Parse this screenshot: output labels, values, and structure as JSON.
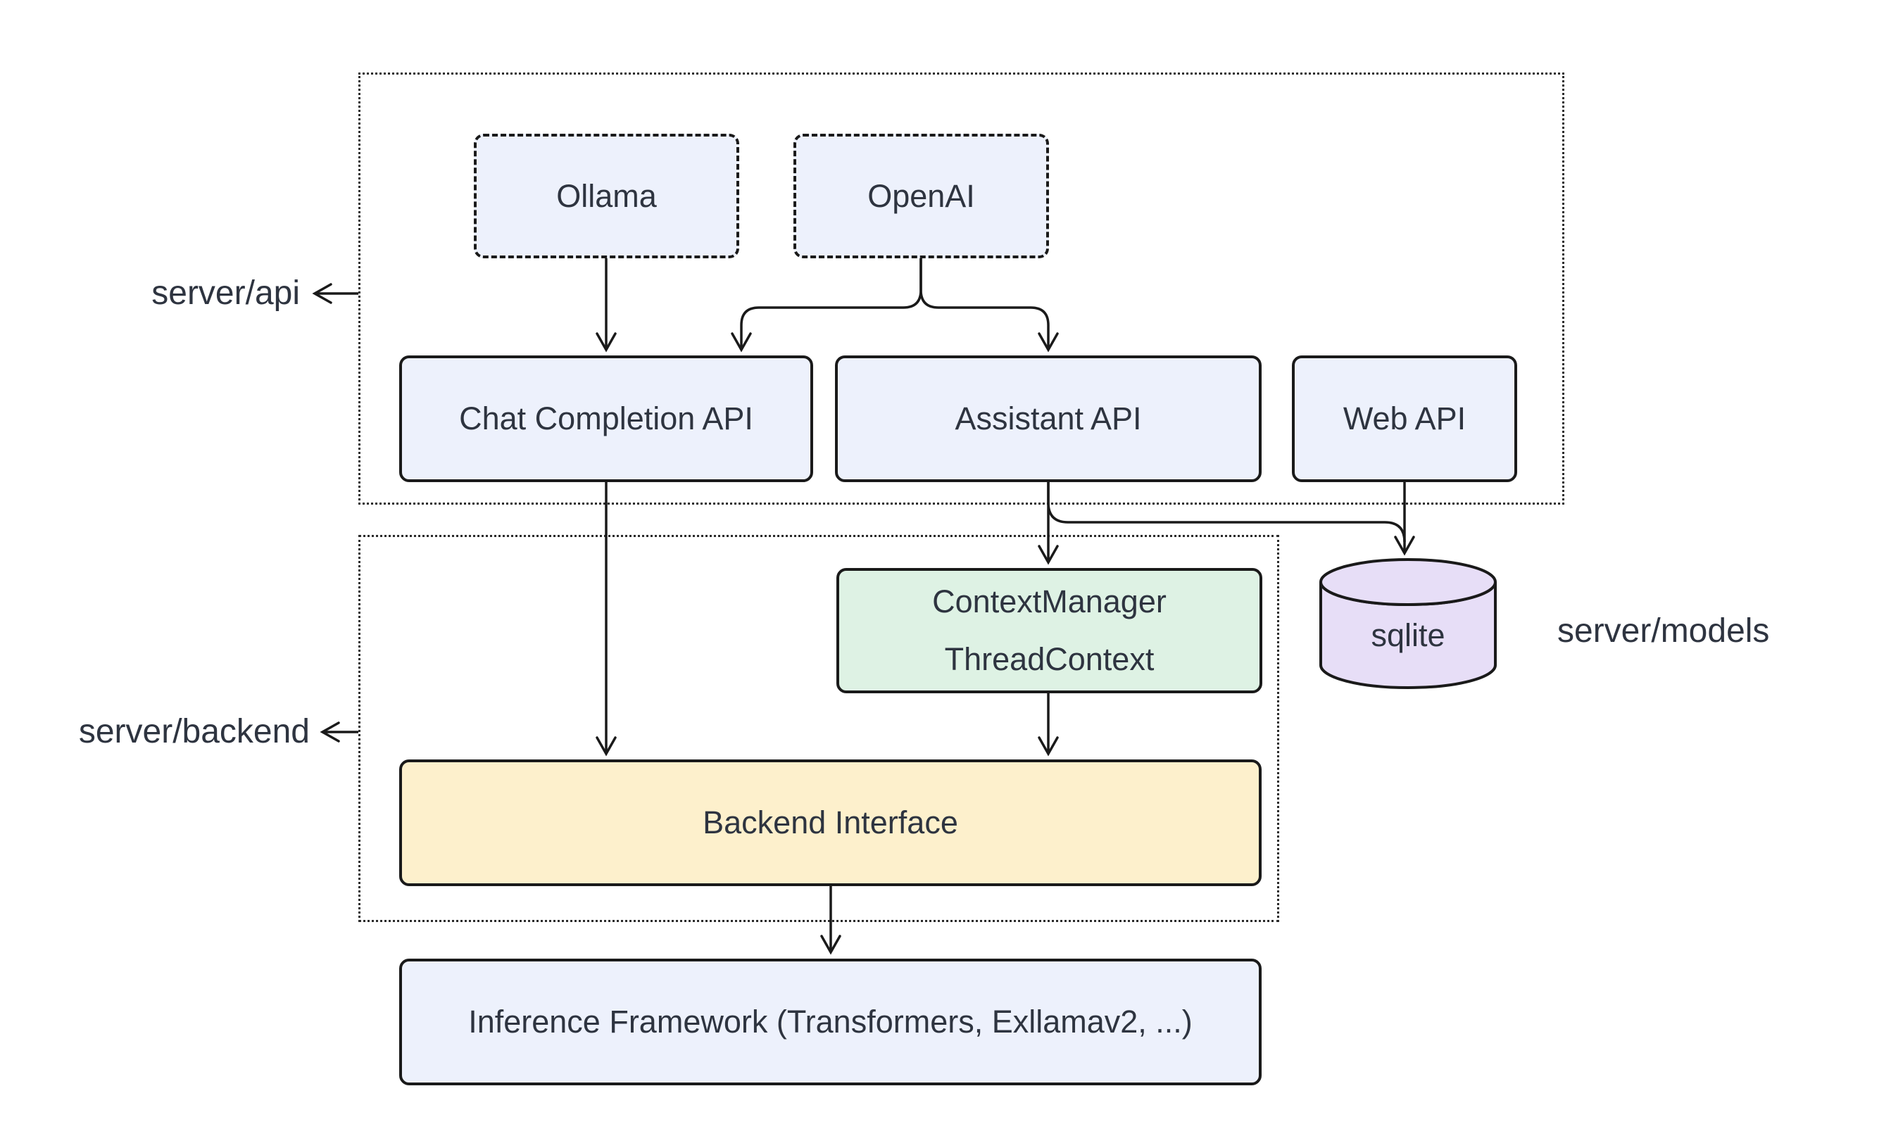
{
  "diagram": {
    "side_labels": {
      "api": "server/api",
      "backend": "server/backend",
      "models": "server/models"
    },
    "nodes": {
      "ollama": "Ollama",
      "openai": "OpenAI",
      "chat_completion_api": "Chat Completion API",
      "assistant_api": "Assistant API",
      "web_api": "Web API",
      "context_manager_line1": "ContextManager",
      "context_manager_line2": "ThreadContext",
      "sqlite": "sqlite",
      "backend_interface": "Backend Interface",
      "inference_framework": "Inference Framework (Transformers, Exllamav2, ...)"
    },
    "edges": [
      {
        "from": "Ollama",
        "to": "Chat Completion API"
      },
      {
        "from": "OpenAI",
        "to": "Chat Completion API"
      },
      {
        "from": "OpenAI",
        "to": "Assistant API"
      },
      {
        "from": "Chat Completion API",
        "to": "Backend Interface"
      },
      {
        "from": "Assistant API",
        "to": "ContextManager ThreadContext"
      },
      {
        "from": "Assistant API",
        "to": "sqlite"
      },
      {
        "from": "Web API",
        "to": "sqlite"
      },
      {
        "from": "ContextManager ThreadContext",
        "to": "Backend Interface"
      },
      {
        "from": "Backend Interface",
        "to": "Inference Framework (Transformers, Exllamav2, ...)"
      }
    ],
    "colors": {
      "stroke": "#1a1a1a",
      "text": "#2e3440",
      "fill_blue": "#edf1fc",
      "fill_green": "#def2e4",
      "fill_yellow": "#fdf0cc",
      "fill_purple": "#e7def7"
    }
  }
}
